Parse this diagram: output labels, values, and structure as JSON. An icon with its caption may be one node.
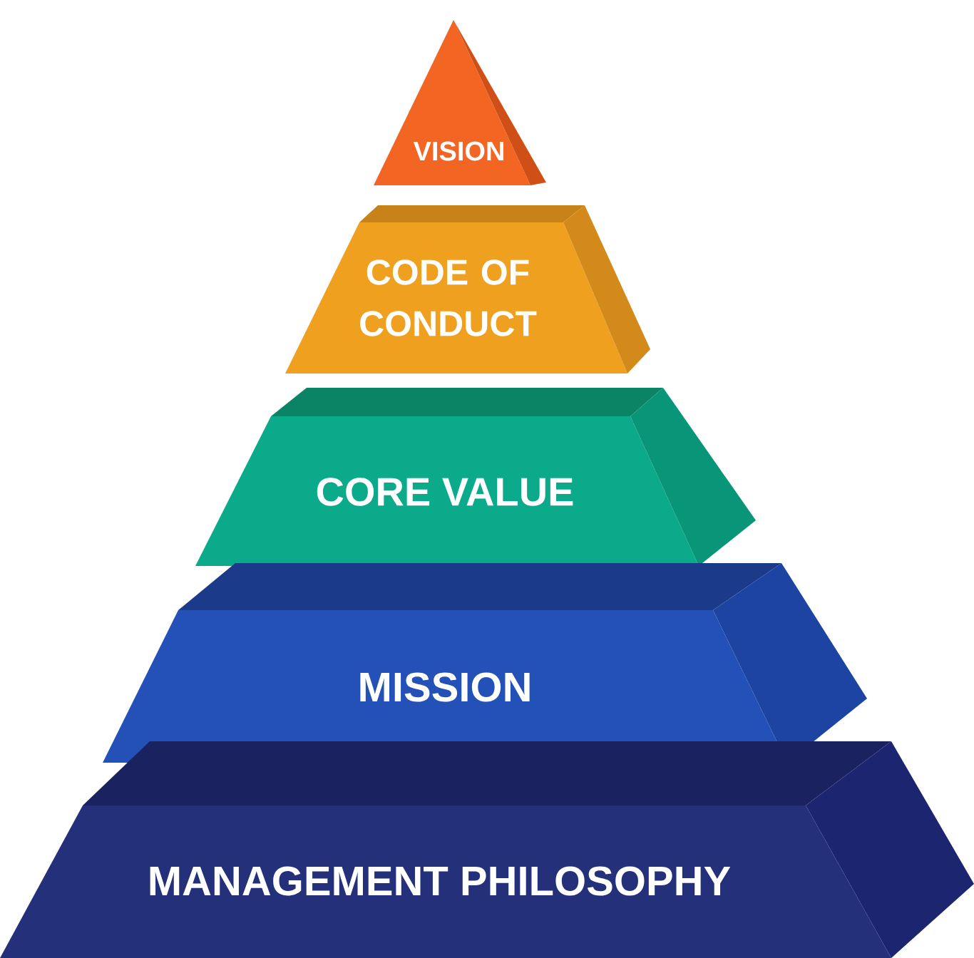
{
  "diagram": {
    "nodes": [
      {
        "text": [
          "VISION"
        ]
      },
      {
        "text": [
          "CODE OF CONDUCT"
        ]
      },
      {
        "text": [
          "CORE VALUE"
        ]
      },
      {
        "text": [
          "MISSION"
        ]
      },
      {
        "text": [
          "MANAGEMENT PHILOSOPHY"
        ]
      }
    ]
  }
}
